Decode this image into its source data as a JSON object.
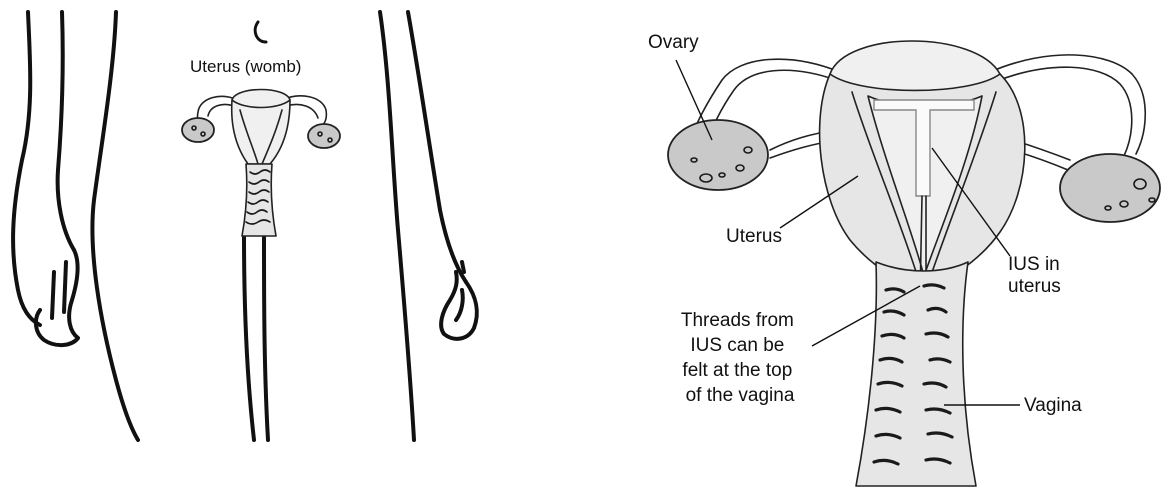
{
  "left_panel": {
    "label_uterus": "Uterus (womb)"
  },
  "right_panel": {
    "label_ovary": "Ovary",
    "label_uterus": "Uterus",
    "label_ius": [
      "IUS in",
      "uterus"
    ],
    "label_threads": [
      "Threads from",
      "IUS can be",
      "felt at the top",
      "of the vagina"
    ],
    "label_vagina": "Vagina"
  }
}
